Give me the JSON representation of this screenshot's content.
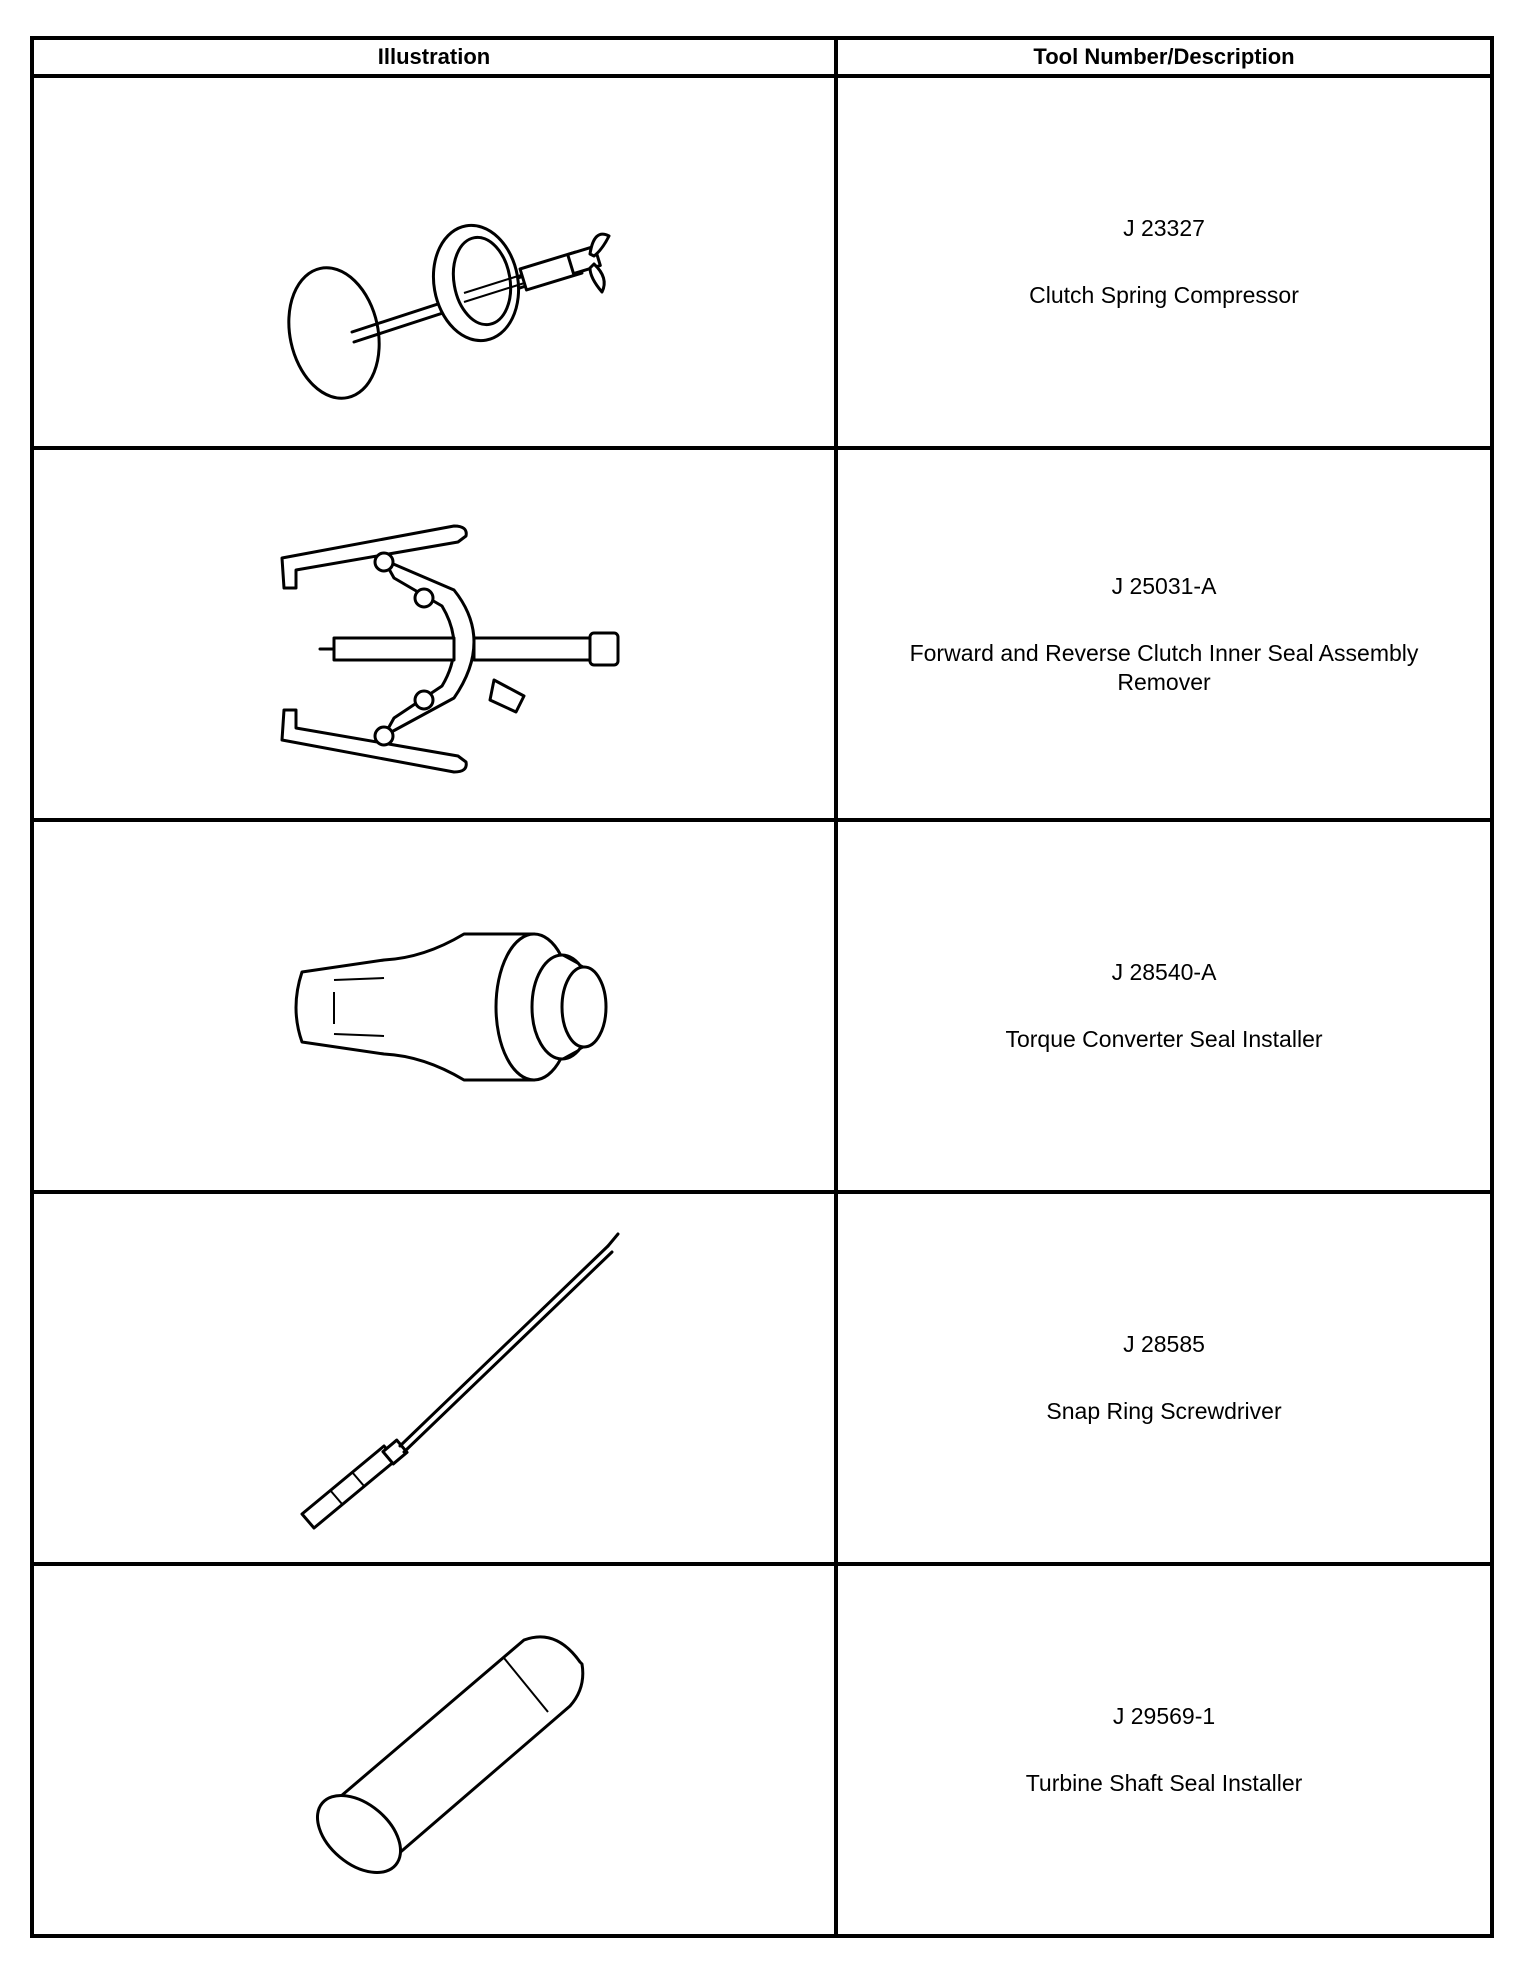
{
  "table": {
    "headers": {
      "illustration": "Illustration",
      "tool": "Tool Number/Description"
    },
    "rows": [
      {
        "number": "J 23327",
        "description": "Clutch Spring Compressor",
        "icon": "clutch-spring-compressor-icon"
      },
      {
        "number": "J 25031-A",
        "description": "Forward and Reverse Clutch Inner Seal Assembly Remover",
        "icon": "seal-remover-puller-icon"
      },
      {
        "number": "J 28540-A",
        "description": "Torque Converter Seal Installer",
        "icon": "seal-installer-icon"
      },
      {
        "number": "J 28585",
        "description": "Snap Ring Screwdriver",
        "icon": "snap-ring-screwdriver-icon"
      },
      {
        "number": "J 29569-1",
        "description": "Turbine Shaft Seal Installer",
        "icon": "shaft-seal-installer-icon"
      }
    ]
  }
}
